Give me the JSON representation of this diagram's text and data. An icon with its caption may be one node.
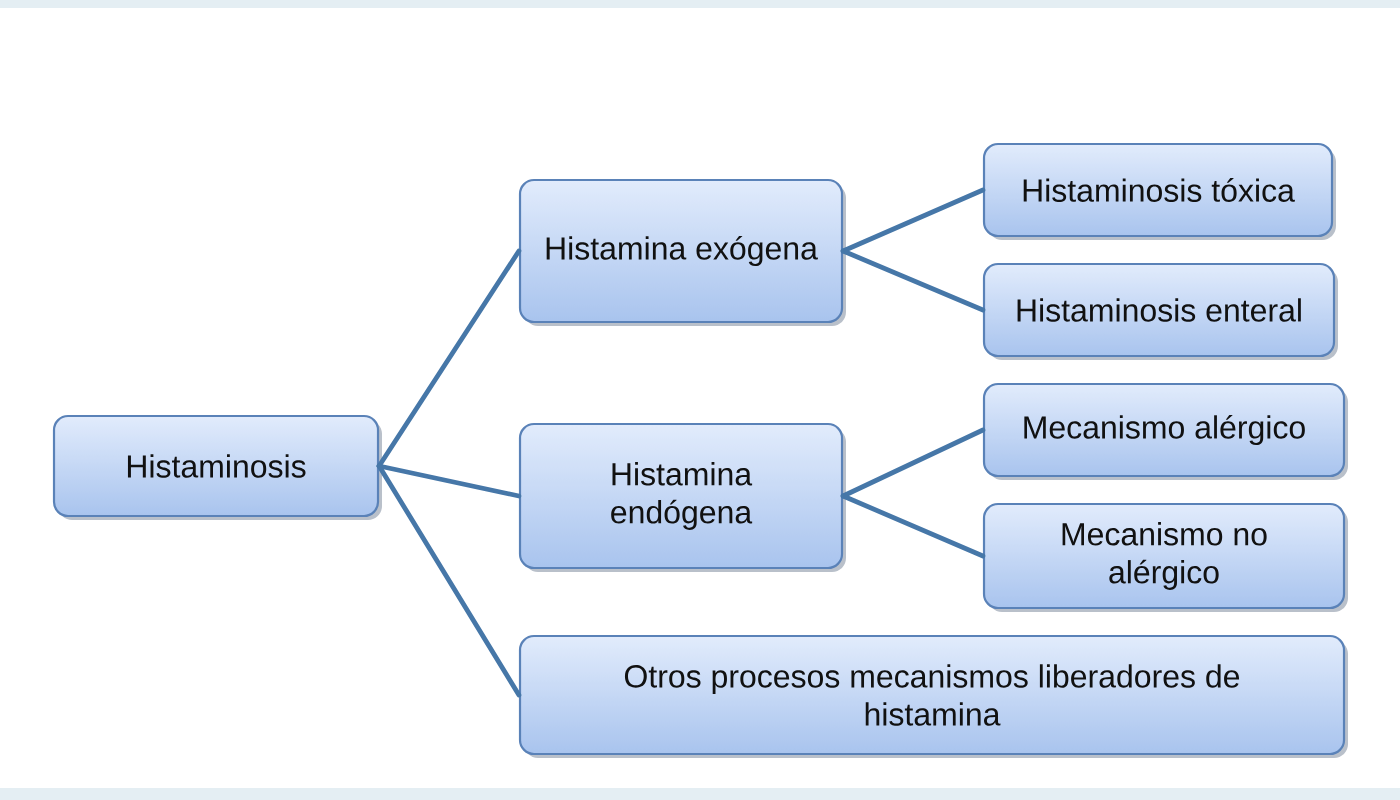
{
  "diagram": {
    "nodes": [
      {
        "text": [
          "Histaminosis"
        ]
      },
      {
        "text": [
          "Histamina exógena"
        ]
      },
      {
        "text": [
          "Histamina endógena"
        ]
      },
      {
        "text": [
          "Otros procesos mecanismos liberadores de histamina"
        ]
      },
      {
        "text": [
          "Histaminosis tóxica"
        ]
      },
      {
        "text": [
          "Histaminosis enteral"
        ]
      },
      {
        "text": [
          "Mecanismo alérgico"
        ]
      },
      {
        "text": [
          "Mecanismo no alérgico"
        ]
      }
    ],
    "edges": [
      {
        "from": 0,
        "to": 1,
        "arrow": "none"
      },
      {
        "from": 0,
        "to": 2,
        "arrow": "none"
      },
      {
        "from": 0,
        "to": 3,
        "arrow": "none"
      },
      {
        "from": 1,
        "to": 4,
        "arrow": "none"
      },
      {
        "from": 1,
        "to": 5,
        "arrow": "none"
      },
      {
        "from": 2,
        "to": 6,
        "arrow": "none"
      },
      {
        "from": 2,
        "to": 7,
        "arrow": "none"
      }
    ]
  }
}
